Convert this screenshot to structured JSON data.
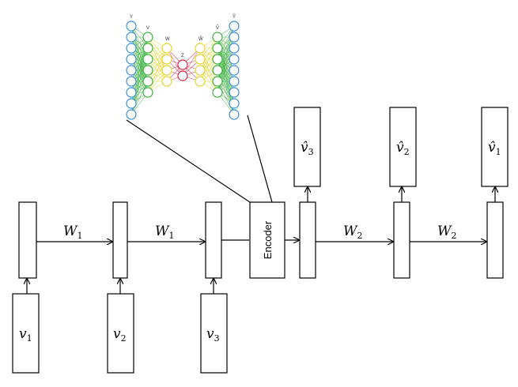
{
  "inputs": [
    {
      "sym": "v",
      "sub": "1"
    },
    {
      "sym": "v",
      "sub": "2"
    },
    {
      "sym": "v",
      "sub": "3"
    }
  ],
  "outputs": [
    {
      "sym": "v̂",
      "sub": "3"
    },
    {
      "sym": "v̂",
      "sub": "2"
    },
    {
      "sym": "v̂",
      "sub": "1"
    }
  ],
  "weights": [
    {
      "sym": "W",
      "sub": "1"
    },
    {
      "sym": "W",
      "sub": "1"
    },
    {
      "sym": "W",
      "sub": "2"
    },
    {
      "sym": "W",
      "sub": "2"
    }
  ],
  "encoder_label": "Encoder",
  "autoencoder": {
    "layer_labels": [
      "Y",
      "V",
      "W",
      "Z",
      "Ŵ",
      "V̂",
      "Ŷ"
    ],
    "colors": {
      "layer1": "#3a8fd6",
      "layer2": "#38b03a",
      "layer3": "#e3d52a",
      "bottleneck": "#e0264a"
    }
  }
}
